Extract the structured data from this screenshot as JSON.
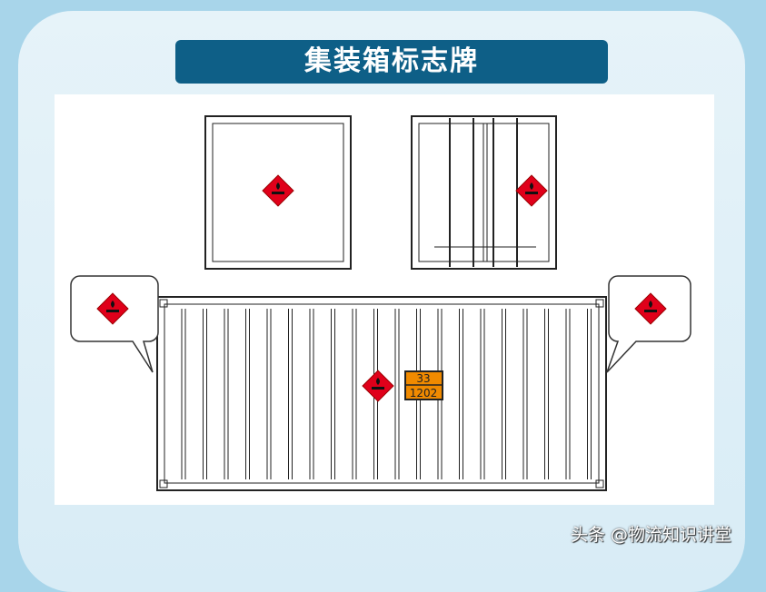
{
  "title": "集装箱标志牌",
  "placard": {
    "hazard_number": "33",
    "un_number": "1202"
  },
  "colors": {
    "title_bg": "#0e5f87",
    "hazard_red": "#e0001a",
    "placard_orange": "#f08a00"
  },
  "watermark": "头条 @物流知识讲堂"
}
